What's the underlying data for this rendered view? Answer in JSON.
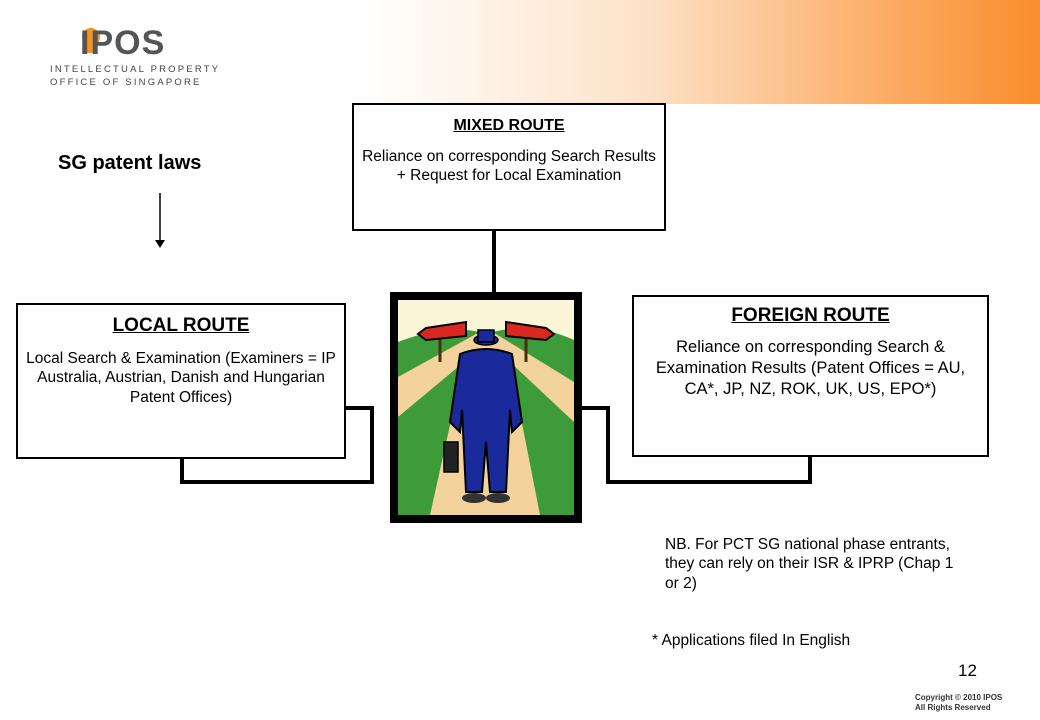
{
  "logo": {
    "text": "IPOS",
    "line1": "INTELLECTUAL PROPERTY",
    "line2": "OFFICE OF SINGAPORE"
  },
  "mixed_route": {
    "title": "MIXED ROUTE",
    "description": "Reliance on corresponding Search Results + Request for Local Examination"
  },
  "local_route": {
    "title": "LOCAL ROUTE",
    "description": "Local Search & Examination (Examiners = IP Australia, Austrian, Danish and Hungarian Patent Offices)"
  },
  "foreign_route": {
    "title": "FOREIGN ROUTE",
    "description": "Reliance on corresponding Search & Examination Results (Patent Offices = AU, CA*, JP, NZ, ROK, UK, US, EPO*)"
  },
  "sg_patent_laws": "SG patent laws",
  "nb_note": "NB. For PCT SG national phase entrants, they can rely on their ISR & IPRP (Chap 1 or 2)",
  "footnote": "* Applications filed In English",
  "page_number": "12",
  "copyright": {
    "line1": "Copyright © 2010 IPOS",
    "line2": "All Rights Reserved"
  },
  "colors": {
    "header_orange": "#f98d2d",
    "sign_red": "#d9281f",
    "grass_green": "#3e9b3a",
    "suit_blue": "#1a2a9a"
  }
}
